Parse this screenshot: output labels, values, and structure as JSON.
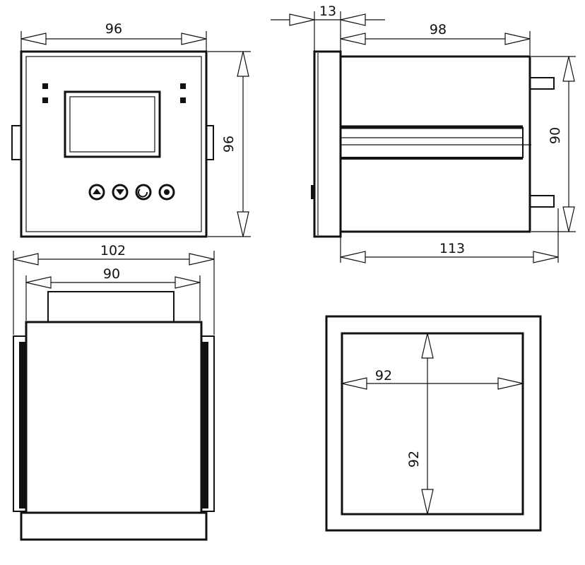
{
  "dimensions": {
    "front_width": "96",
    "front_height": "96",
    "bezel_depth": "13",
    "body_depth": "98",
    "side_height": "90",
    "total_depth": "113",
    "top_overall_width": "102",
    "top_body_width": "90",
    "cutout_width": "92",
    "cutout_height": "92"
  },
  "colors": {
    "line": "#111111",
    "background": "#ffffff"
  }
}
